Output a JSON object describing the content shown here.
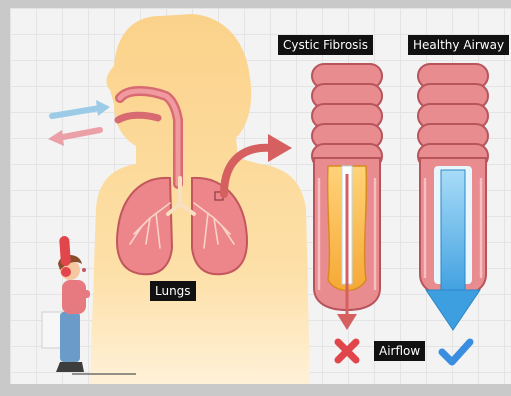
{
  "labels": {
    "cystic_fibrosis": "Cystic Fibrosis",
    "healthy_airway": "Healthy Airway",
    "lungs": "Lungs",
    "airflow": "Airflow"
  },
  "colors": {
    "body": "#fbd693",
    "lung": "#e77a80",
    "airway_ring": "#e77a80",
    "mucus": "#f6b13e",
    "airflow_arrow": "#4aa9e3",
    "cross": "#e0464c",
    "check": "#3a8ee0"
  },
  "icons": [
    "cross-icon",
    "check-icon",
    "alert-icon",
    "breath-arrows-icon"
  ]
}
